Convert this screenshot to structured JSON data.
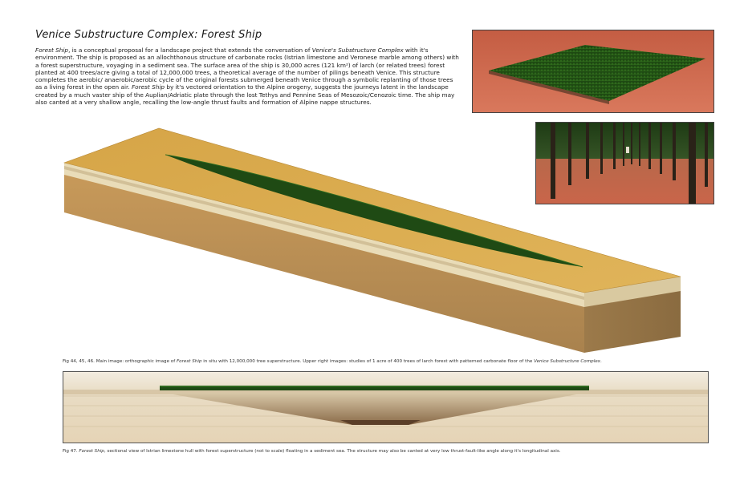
{
  "page": {
    "title": "Venice Substructure Complex: Forest Ship",
    "paragraph": {
      "p1_italic": "Forest Ship",
      "p1": ", is a conceptual proposal for a landscape project that extends the conversation of ",
      "p2_italic": "Venice's Substructure Complex",
      "p2": " with it's environment.  The ship is proposed as an allochthonous structure of carbonate rocks (Istrian limestone and Veronese marble among others) with a forest superstructure, voyaging in a sediment sea.  The surface area of the ship is 30,000 acres (121 km²) of larch (or related trees) forest planted at 400 trees/acre giving a total of 12,000,000 trees, a theoretical average of the number of pilings beneath Venice.  This structure completes the aerobic/ anaerobic/aerobic cycle of the original forests submerged beneath Venice through a symbolic replanting of those trees as a living forest in the open air.  ",
      "p3_italic": "Forest Ship",
      "p3": " by it's vectored orientation to the Alpine orogeny, suggests the journeys latent in the landscape created by a much vaster ship of the Auplian/Adriatic plate through the lost Tethys and Pennine Seas of Mesozoic/Cenozoic time.  The ship may also canted at a very shallow angle, recalling the low-angle thrust faults and formation of Alpine nappe structures."
    },
    "caption1": {
      "a": "Fig 44, 45, 46.   Main image: orthographic image of ",
      "a_italic": "Forest Ship",
      "b": " in situ with 12,000,000 tree superstructure.  Upper right images: studies of 1 acre of 400 trees of larch forest with patterned carbonate floor of the ",
      "b_italic": "Venice Substructure Complex",
      "c": "."
    },
    "caption2": {
      "a": "Fig 47.    ",
      "a_italic": "Forest Ship",
      "b": ", sectional view of Istrian limestone hull with forest superstructure (not to scale) floating in a sediment sea.  The structure may also be canted at very low thrust-fault-like angle along it's longitudinal axis."
    },
    "colors": {
      "forest": "#1f4a14",
      "sand": "#d9a94a",
      "terracotta": "#c9654a"
    }
  }
}
